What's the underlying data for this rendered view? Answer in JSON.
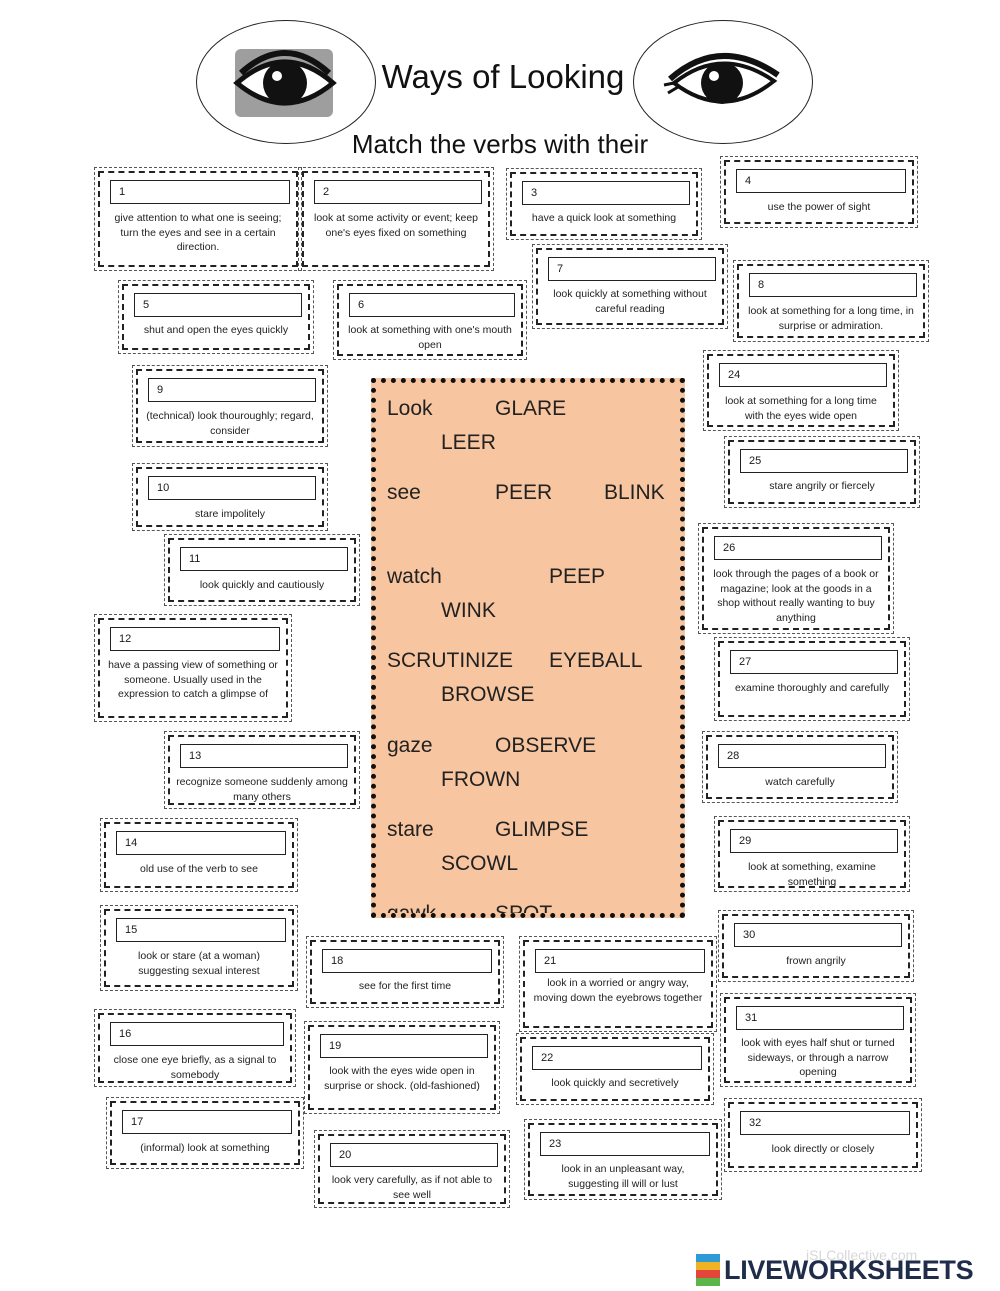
{
  "header": {
    "title": "Ways of Looking",
    "subtitle": "Match the verbs with their"
  },
  "word_bank": [
    [
      "Look",
      "GLARE"
    ],
    [
      "LEER"
    ],
    [
      "see",
      "PEER",
      "BLINK"
    ],
    [
      "watch",
      "PEEP"
    ],
    [
      "WINK"
    ],
    [
      "SCRUTINIZE",
      "EYEBALL"
    ],
    [
      "BROWSE"
    ],
    [
      "gaze",
      "OBSERVE"
    ],
    [
      "FROWN"
    ],
    [
      "stare",
      "GLIMPSE"
    ],
    [
      "SCOWL"
    ],
    [
      "gawk",
      "SPOT"
    ]
  ],
  "cards": [
    {
      "number": "1",
      "definition": "give attention to what one is seeing; turn the eyes and see in a certain direction."
    },
    {
      "number": "2",
      "definition": "look at some activity or event; keep one's eyes fixed on something"
    },
    {
      "number": "3",
      "definition": "have a quick look at something"
    },
    {
      "number": "4",
      "definition": "use the power of sight"
    },
    {
      "number": "5",
      "definition": "shut and open the eyes quickly"
    },
    {
      "number": "6",
      "definition": "look at something with one's mouth open"
    },
    {
      "number": "7",
      "definition": "look quickly at something without careful reading"
    },
    {
      "number": "8",
      "definition": "look at something for a long time, in surprise or admiration."
    },
    {
      "number": "9",
      "definition": "(technical) look thouroughly; regard, consider"
    },
    {
      "number": "10",
      "definition": "stare impolitely"
    },
    {
      "number": "11",
      "definition": "look quickly and cautiously"
    },
    {
      "number": "12",
      "definition": "have a passing view of something or someone. Usually used in the expression to catch a glimpse of"
    },
    {
      "number": "13",
      "definition": "recognize someone suddenly among many others"
    },
    {
      "number": "14",
      "definition": "old use of the verb to see"
    },
    {
      "number": "15",
      "definition": "look or stare (at a woman) suggesting sexual interest"
    },
    {
      "number": "16",
      "definition": "close one eye briefly, as a signal to somebody"
    },
    {
      "number": "17",
      "definition": "(informal) look at something"
    },
    {
      "number": "18",
      "definition": "see for the first time"
    },
    {
      "number": "19",
      "definition": "look with the eyes wide open in surprise or shock. (old-fashioned)"
    },
    {
      "number": "20",
      "definition": "look very carefully, as if not able to see well"
    },
    {
      "number": "21",
      "definition": "look in a worried or angry way, moving down the eyebrows together"
    },
    {
      "number": "22",
      "definition": "look quickly and secretively"
    },
    {
      "number": "23",
      "definition": "look in an unpleasant way, suggesting ill will or lust"
    },
    {
      "number": "24",
      "definition": "look at something for a long time with the eyes wide open"
    },
    {
      "number": "25",
      "definition": "stare angrily or fiercely"
    },
    {
      "number": "26",
      "definition": "look through the pages of a book or magazine; look at the goods in a shop without really wanting to buy anything"
    },
    {
      "number": "27",
      "definition": "examine thoroughly and carefully"
    },
    {
      "number": "28",
      "definition": "watch carefully"
    },
    {
      "number": "29",
      "definition": "look at something, examine something"
    },
    {
      "number": "30",
      "definition": "frown angrily"
    },
    {
      "number": "31",
      "definition": "look with eyes half shut or turned sideways, or through a narrow opening"
    },
    {
      "number": "32",
      "definition": "look directly or closely"
    }
  ],
  "footer": {
    "brand": "LIVEWORKSHEETS",
    "watermark": "iSLCollective.com",
    "badge_colors": [
      "#2e9bd6",
      "#f0b323",
      "#e4453a",
      "#5bb548"
    ]
  }
}
